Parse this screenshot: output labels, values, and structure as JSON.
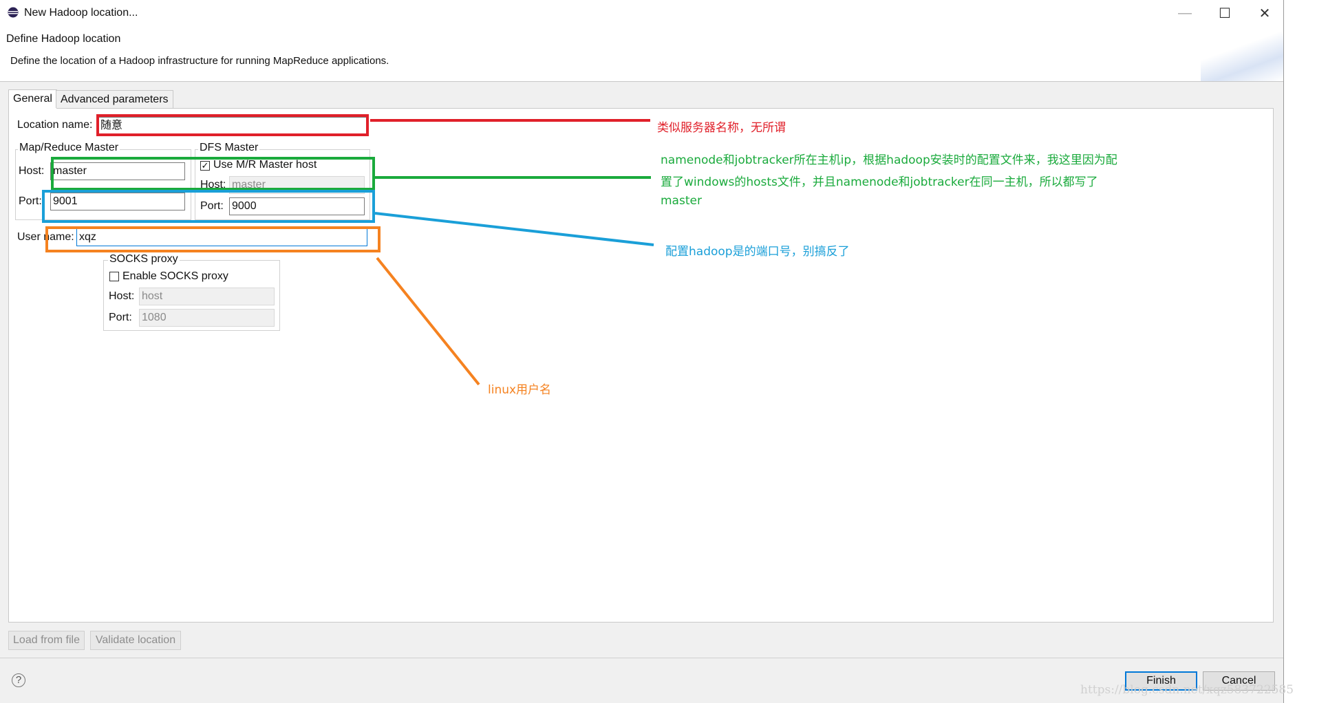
{
  "window": {
    "title": "New Hadoop location...",
    "minimize": "—",
    "maximize": "☐",
    "close": "✕"
  },
  "header": {
    "title": "Define Hadoop location",
    "description": "Define the location of a Hadoop infrastructure for running MapReduce applications."
  },
  "tabs": [
    {
      "label": "General",
      "selected": true
    },
    {
      "label": "Advanced parameters",
      "selected": false
    }
  ],
  "form": {
    "location_name_label": "Location name:",
    "location_name_value": "随意",
    "mr_master": {
      "title": "Map/Reduce Master",
      "host_label": "Host:",
      "host_value": "master",
      "port_label": "Port:",
      "port_value": "9001"
    },
    "dfs_master": {
      "title": "DFS Master",
      "use_mr_label": "Use M/R Master host",
      "use_mr_checked": true,
      "host_label": "Host:",
      "host_value": "master",
      "port_label": "Port:",
      "port_value": "9000"
    },
    "user_name_label": "User name:",
    "user_name_value": "xqz",
    "socks": {
      "title": "SOCKS proxy",
      "enable_label": "Enable SOCKS proxy",
      "enable_checked": false,
      "host_label": "Host:",
      "host_value": "host",
      "port_label": "Port:",
      "port_value": "1080"
    }
  },
  "buttons": {
    "load_from_file": "Load from file",
    "validate_location": "Validate location",
    "help": "?",
    "finish": "Finish",
    "cancel": "Cancel"
  },
  "annotations": {
    "red": {
      "text": "类似服务器名称，无所谓",
      "color": "#e0202a"
    },
    "green": {
      "line1": "namenode和jobtracker所在主机ip，根据hadoop安装时的配置文件来，我这里因为配",
      "line2": "置了windows的hosts文件，并且namenode和jobtracker在同一主机，所以都写了",
      "line3": "master",
      "color": "#1aaa3c"
    },
    "blue": {
      "text": "配置hadoop是的端口号，别搞反了",
      "color": "#1a9fd8"
    },
    "orange": {
      "text": "linux用户名",
      "color": "#f58220"
    }
  },
  "watermark": "https://blog.csdn.net/xqz583722585"
}
